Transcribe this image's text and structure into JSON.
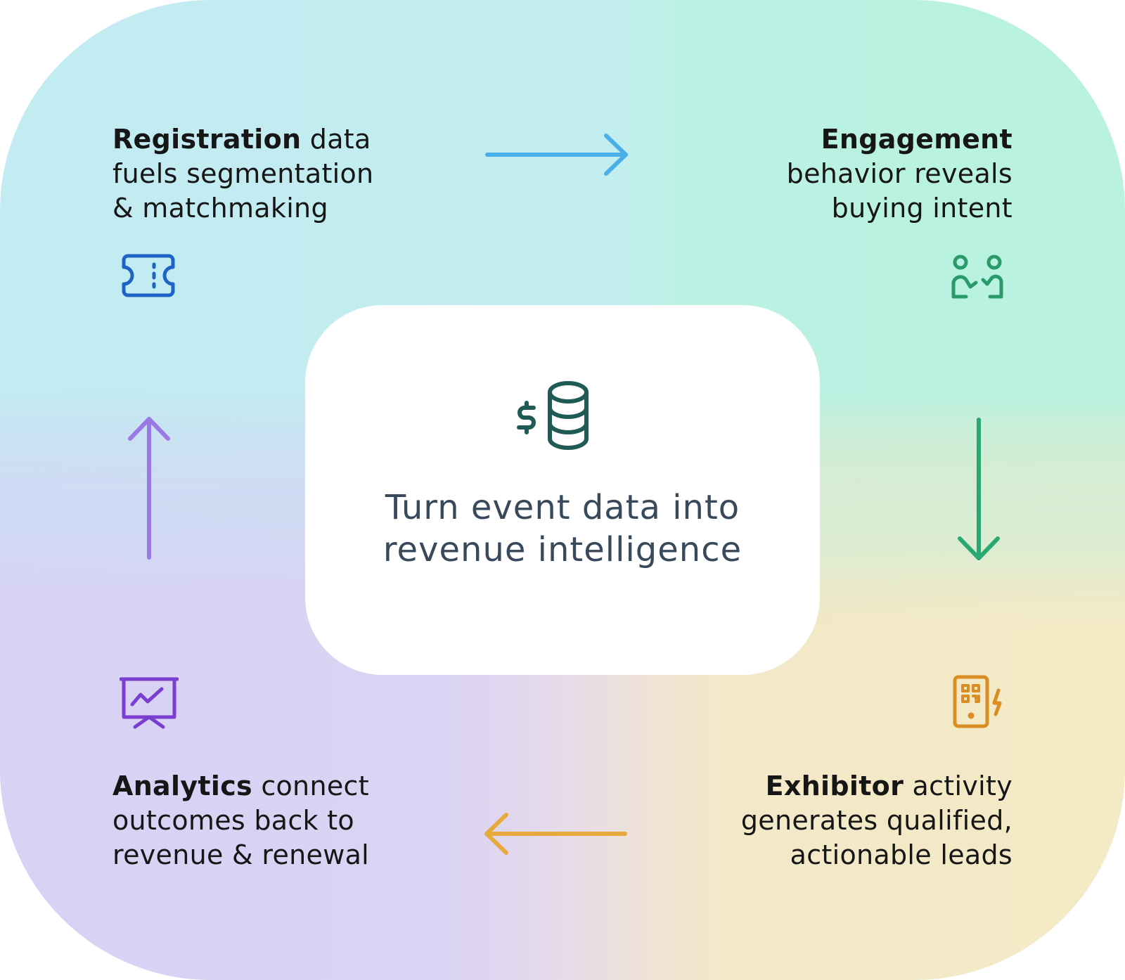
{
  "center": {
    "line1": "Turn event data into",
    "line2": "revenue intelligence",
    "icon": "dollar-coin-stack-icon",
    "icon_color": "#1f5b54"
  },
  "steps": {
    "registration": {
      "bold": "Registration",
      "rest": " data",
      "line2": "fuels segmentation",
      "line3": "& matchmaking",
      "icon": "ticket-icon",
      "color": "#1f63c9"
    },
    "engagement": {
      "bold": "Engagement",
      "line2": "behavior reveals",
      "line3": "buying intent",
      "icon": "people-interaction-icon",
      "color": "#2a9a6a"
    },
    "exhibitor": {
      "bold": "Exhibitor",
      "rest": " activity",
      "line2": "generates qualified,",
      "line3": "actionable leads",
      "icon": "qr-scan-device-icon",
      "color": "#d98d22"
    },
    "analytics": {
      "bold": "Analytics",
      "rest": " connect",
      "line2": "outcomes back to",
      "line3": "revenue & renewal",
      "icon": "presentation-chart-icon",
      "color": "#7a3fd1"
    }
  },
  "arrows": {
    "top": {
      "direction": "right",
      "color": "#4aaee8"
    },
    "right": {
      "direction": "down",
      "color": "#2aa874"
    },
    "bottom": {
      "direction": "left",
      "color": "#e8a93c"
    },
    "left": {
      "direction": "up",
      "color": "#9a78e6"
    }
  }
}
